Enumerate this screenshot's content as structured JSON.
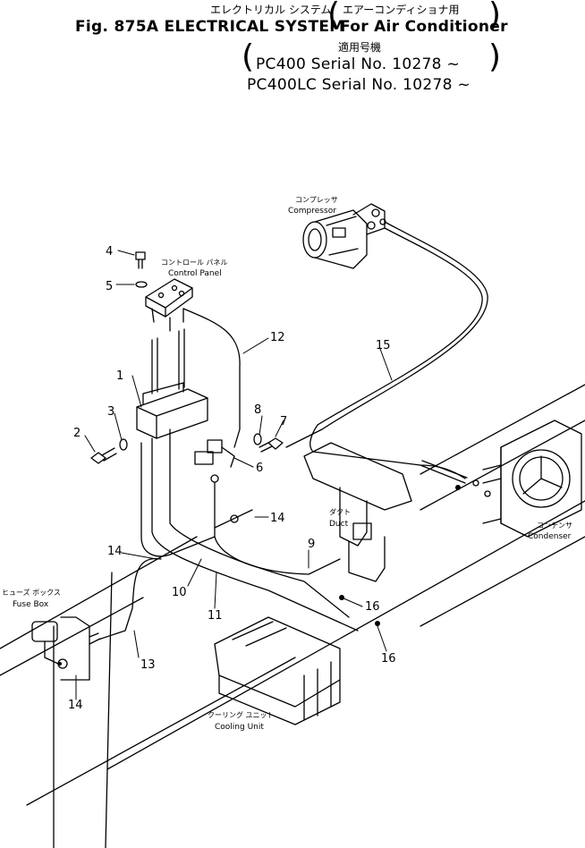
{
  "header": {
    "title_jp": "エレクトリカル システム",
    "title_en": "Fig. 875A ELECTRICAL SYSTEM",
    "subtitle_jp": "エアーコンディショナ用",
    "subtitle_en": "For Air Conditioner",
    "applicable_jp": "適用号機",
    "models": [
      "PC400    Serial No. 10278 ~",
      "PC400LC Serial No. 10278 ~"
    ]
  },
  "components": {
    "compressor": {
      "jp": "コンプレッサ",
      "en": "Compressor"
    },
    "control_panel": {
      "jp": "コントロール パネル",
      "en": "Control Panel"
    },
    "fuse_box": {
      "jp": "ヒューズ ボックス",
      "en": "Fuse Box"
    },
    "duct": {
      "jp": "ダクト",
      "en": "Duct"
    },
    "condenser": {
      "jp": "コンデンサ",
      "en": "Condenser"
    },
    "cooling_unit": {
      "jp": "クーリング ユニット",
      "en": "Cooling Unit"
    }
  },
  "callouts": {
    "n1": "1",
    "n2": "2",
    "n3": "3",
    "n4": "4",
    "n5": "5",
    "n6": "6",
    "n7": "7",
    "n8": "8",
    "n9": "9",
    "n10": "10",
    "n11": "11",
    "n12": "12",
    "n13": "13",
    "n14a": "14",
    "n14b": "14",
    "n14c": "14",
    "n15": "15",
    "n16a": "16",
    "n16b": "16"
  }
}
